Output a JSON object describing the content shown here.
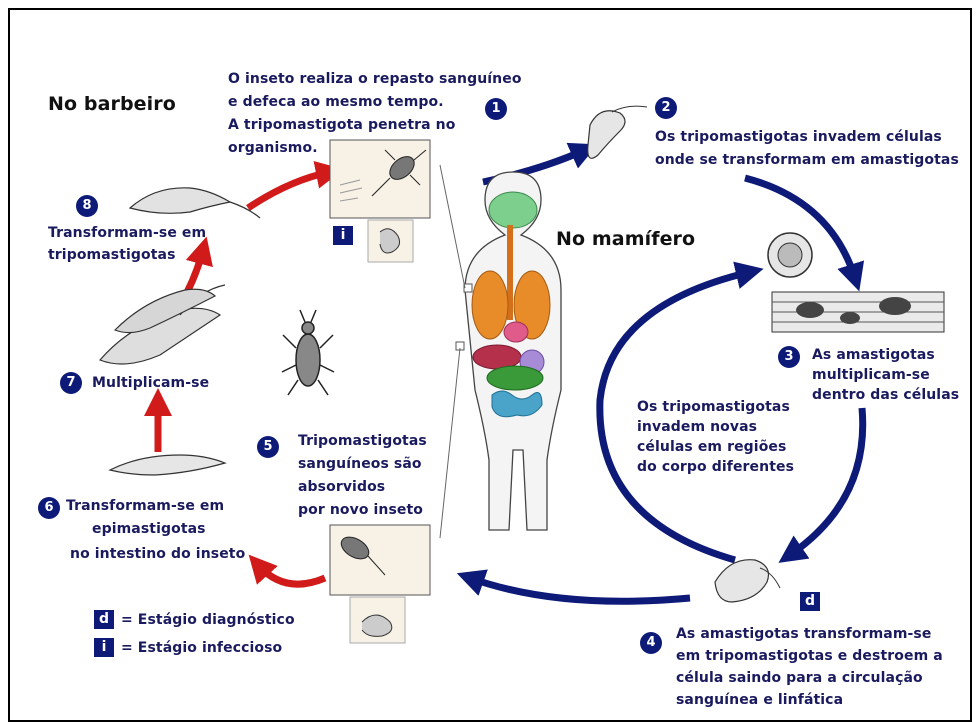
{
  "regions": {
    "insect": "No barbeiro",
    "mammal": "No mamífero"
  },
  "steps": [
    {
      "number": "1",
      "lines": [
        "O inseto realiza o repasto sanguíneo",
        "e defeca ao mesmo tempo.",
        "A tripomastigota penetra no",
        "organismo."
      ]
    },
    {
      "number": "2",
      "lines": [
        "Os tripomastigotas invadem células",
        "onde se transformam em amastigotas"
      ]
    },
    {
      "number": "3",
      "lines": [
        "As amastigotas",
        "multiplicam-se",
        "dentro das células"
      ]
    },
    {
      "number": "4",
      "lines": [
        "As amastigotas transformam-se",
        "em tripomastigotas e destroem a",
        "célula saindo para a circulação",
        "sanguínea e linfática"
      ]
    },
    {
      "number": "5",
      "lines": [
        "Tripomastigotas",
        "sanguíneos são",
        "absorvidos",
        "por novo inseto"
      ]
    },
    {
      "number": "6",
      "lines": [
        "Transformam-se em",
        "epimastigotas",
        "no intestino do inseto"
      ]
    },
    {
      "number": "7",
      "lines": [
        "Multiplicam-se"
      ]
    },
    {
      "number": "8",
      "lines": [
        "Transformam-se em",
        "tripomastigotas"
      ]
    }
  ],
  "inner_loop": [
    "Os tripomastigotas",
    "invadem novas",
    "células em regiões",
    "do corpo diferentes"
  ],
  "stage_markers": {
    "infective": "i",
    "diagnostic": "d"
  },
  "legend": [
    {
      "symbol": "d",
      "text": "= Estágio diagnóstico"
    },
    {
      "symbol": "i",
      "text": "= Estágio infeccioso"
    }
  ],
  "colors": {
    "blue_arrow": "#0d1a78",
    "red_arrow": "#d11a1a",
    "badge": "#0d1a78",
    "text": "#1a1a5e"
  }
}
